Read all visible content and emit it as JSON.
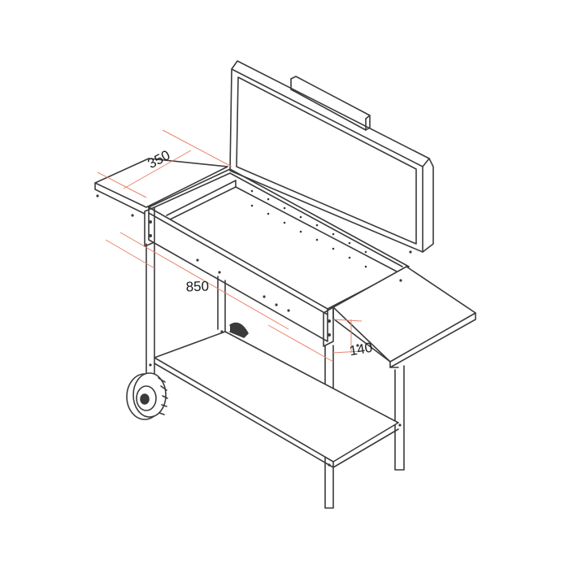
{
  "dimensions": {
    "depth": "350",
    "length": "850",
    "height": "140"
  },
  "colors": {
    "line": "#3a3a3a",
    "dimension_line": "#e8836a",
    "background": "#ffffff"
  },
  "icons": [
    "grill-line-drawing",
    "wheel-icon",
    "handle-icon"
  ]
}
